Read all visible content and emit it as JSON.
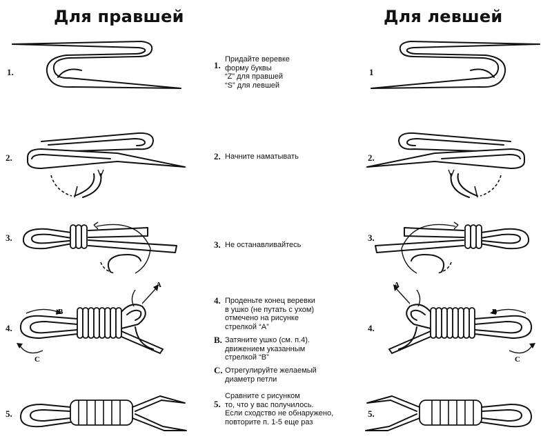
{
  "titles": {
    "right": "Для правшей",
    "left": "Для левшей"
  },
  "left_numbers": [
    "1.",
    "2.",
    "3.",
    "4.",
    "5."
  ],
  "right_numbers": [
    "1",
    "2.",
    "3.",
    "4.",
    "5."
  ],
  "steps": [
    {
      "num": "1.",
      "text": "Придайте веревке\nформу буквы\n“Z” для правшей\n“S” для левшей"
    },
    {
      "num": "2.",
      "text": "Начните наматывать"
    },
    {
      "num": "3.",
      "text": "Не останавливайтесь"
    },
    {
      "num": "4.",
      "text": "Проденьте конец веревки\nв ушко (не путать с ухом)\nотмечено на рисунке\nстрелкой “A”"
    },
    {
      "num": "B.",
      "text": "Затяните ушко (см. п.4).\nдвижением указанным\nстрелкой “B”"
    },
    {
      "num": "C.",
      "text": "Отрегулируйте желаемый\nдиаметр петли"
    },
    {
      "num": "5.",
      "text": "Сравните с рисунком\nто, что у вас получилось.\nЕсли сходство не обнаружено,\nповторите п. 1-5 еще раз"
    }
  ],
  "labels": {
    "a": "A",
    "b": "B",
    "c": "C"
  }
}
